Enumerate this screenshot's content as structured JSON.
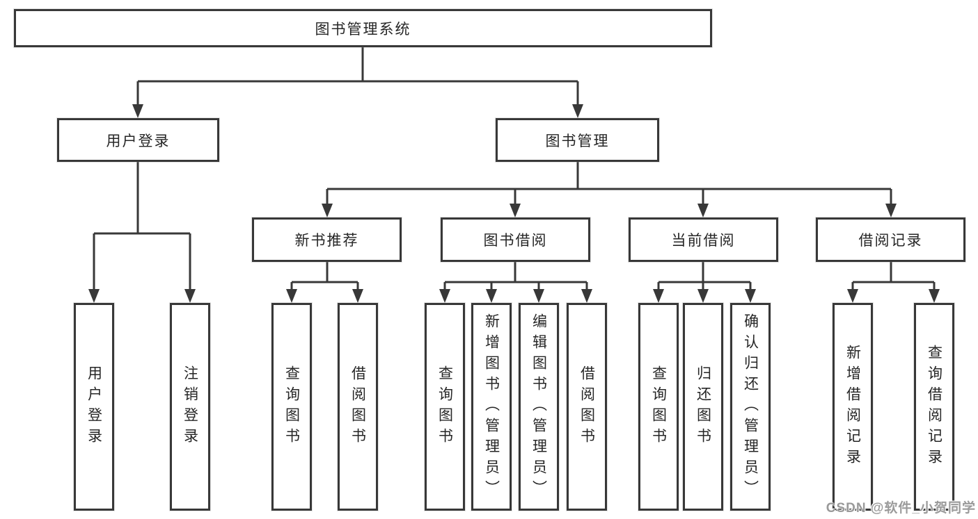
{
  "diagram": {
    "type": "tree-diagram",
    "title": "图书管理系统",
    "colors": {
      "line": "#383838",
      "text": "#262626",
      "background": "#ffffff",
      "watermark": "#9a9a9a"
    },
    "nodes": [
      {
        "id": "root",
        "label": "图书管理系统",
        "level": 1
      },
      {
        "id": "user-login",
        "label": "用户登录",
        "level": 2
      },
      {
        "id": "book-management",
        "label": "图书管理",
        "level": 2
      },
      {
        "id": "new-book-recommend",
        "label": "新书推荐",
        "level": 3
      },
      {
        "id": "book-borrowing",
        "label": "图书借阅",
        "level": 3
      },
      {
        "id": "current-borrowing",
        "label": "当前借阅",
        "level": 3
      },
      {
        "id": "borrowing-records",
        "label": "借阅记录",
        "level": 3
      },
      {
        "id": "leaf-user-login",
        "label": "用户登录",
        "level": 4
      },
      {
        "id": "leaf-logout",
        "label": "注销登录",
        "level": 4
      },
      {
        "id": "leaf-query-books-1",
        "label": "查询图书",
        "level": 4
      },
      {
        "id": "leaf-borrow-books-1",
        "label": "借阅图书",
        "level": 4
      },
      {
        "id": "leaf-query-books-2",
        "label": "查询图书",
        "level": 4
      },
      {
        "id": "leaf-add-book",
        "label": "新增图书（管理员）",
        "level": 4
      },
      {
        "id": "leaf-edit-book",
        "label": "编辑图书（管理员）",
        "level": 4
      },
      {
        "id": "leaf-borrow-books-2",
        "label": "借阅图书",
        "level": 4
      },
      {
        "id": "leaf-query-books-3",
        "label": "查询图书",
        "level": 4
      },
      {
        "id": "leaf-return-book",
        "label": "归还图书",
        "level": 4
      },
      {
        "id": "leaf-confirm-return",
        "label": "确认归还（管理员）",
        "level": 4
      },
      {
        "id": "leaf-add-record",
        "label": "新增借阅记录",
        "level": 4
      },
      {
        "id": "leaf-query-record",
        "label": "查询借阅记录",
        "level": 4
      }
    ],
    "hierarchy": {
      "图书管理系统": {
        "用户登录": [
          "用户登录",
          "注销登录"
        ],
        "图书管理": {
          "新书推荐": [
            "查询图书",
            "借阅图书"
          ],
          "图书借阅": [
            "查询图书",
            "新增图书（管理员）",
            "编辑图书（管理员）",
            "借阅图书"
          ],
          "当前借阅": [
            "查询图书",
            "归还图书",
            "确认归还（管理员）"
          ],
          "借阅记录": [
            "新增借阅记录",
            "查询借阅记录"
          ]
        }
      }
    },
    "watermark": "CSDN @软件_小贺同学"
  }
}
